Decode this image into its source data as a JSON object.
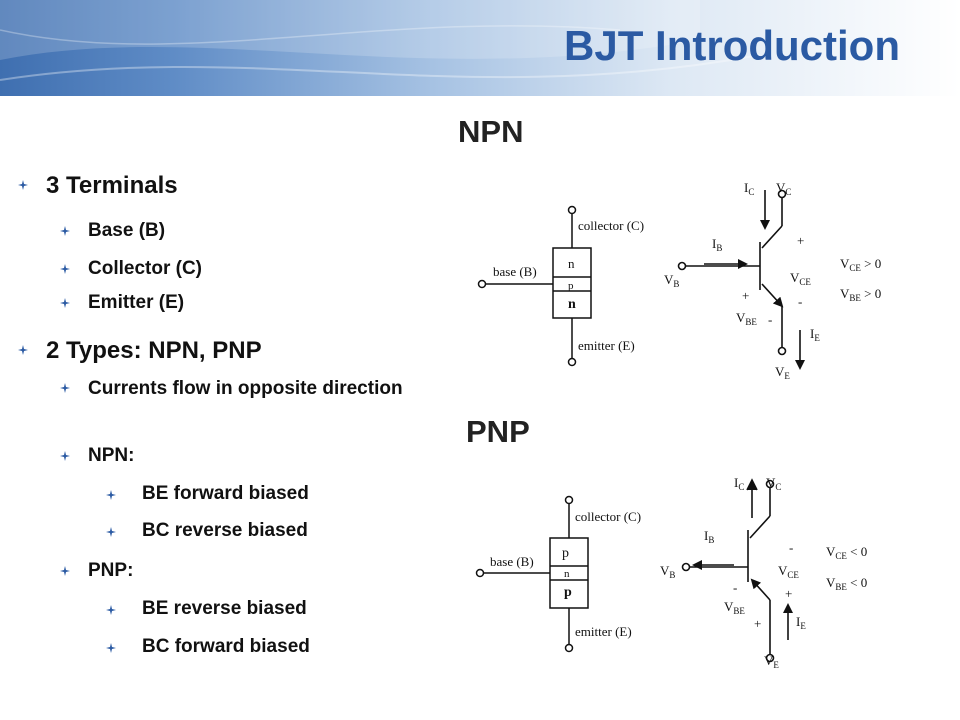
{
  "slide": {
    "title": "BJT Introduction",
    "accent_color": "#2b5aa3"
  },
  "bullets": [
    {
      "level": 1,
      "text": "3 Terminals"
    },
    {
      "level": 2,
      "text": "Base (B)"
    },
    {
      "level": 2,
      "text": "Collector (C)"
    },
    {
      "level": 2,
      "text": "Emitter (E)"
    },
    {
      "level": 1,
      "text": "2 Types:  NPN, PNP"
    },
    {
      "level": 2,
      "text": "Currents flow in opposite direction"
    },
    {
      "level": 2,
      "text": "NPN:"
    },
    {
      "level": 3,
      "text": "BE forward biased"
    },
    {
      "level": 3,
      "text": "BC reverse biased"
    },
    {
      "level": 2,
      "text": "PNP:"
    },
    {
      "level": 3,
      "text": "BE reverse biased"
    },
    {
      "level": 3,
      "text": "BC forward biased"
    }
  ],
  "npn": {
    "heading": "NPN",
    "collector_label": "collector (C)",
    "base_label": "base (B)",
    "emitter_label": "emitter (E)",
    "layers": [
      "n",
      "p",
      "n"
    ],
    "ic": "I",
    "ic_sub": "C",
    "vc": "V",
    "vc_sub": "C",
    "ib": "I",
    "ib_sub": "B",
    "vb": "V",
    "vb_sub": "B",
    "vce": "V",
    "vce_sub": "CE",
    "vbe": "V",
    "vbe_sub": "BE",
    "ie": "I",
    "ie_sub": "E",
    "ve": "V",
    "ve_sub": "E",
    "plus": "+",
    "minus": "-",
    "cond1_v": "V",
    "cond1_sub": "CE",
    "cond1_rel": " > 0",
    "cond2_v": "V",
    "cond2_sub": "BE",
    "cond2_rel": " > 0"
  },
  "pnp": {
    "heading": "PNP",
    "collector_label": "collector (C)",
    "base_label": "base (B)",
    "emitter_label": "emitter (E)",
    "layers": [
      "p",
      "n",
      "p"
    ],
    "ic": "I",
    "ic_sub": "C",
    "vc": "V",
    "vc_sub": "C",
    "ib": "I",
    "ib_sub": "B",
    "vb": "V",
    "vb_sub": "B",
    "vce": "V",
    "vce_sub": "CE",
    "vbe": "V",
    "vbe_sub": "BE",
    "ie": "I",
    "ie_sub": "E",
    "ve": "V",
    "ve_sub": "E",
    "plus": "+",
    "minus": "-",
    "cond1_v": "V",
    "cond1_sub": "CE",
    "cond1_rel": " < 0",
    "cond2_v": "V",
    "cond2_sub": "BE",
    "cond2_rel": " < 0"
  }
}
